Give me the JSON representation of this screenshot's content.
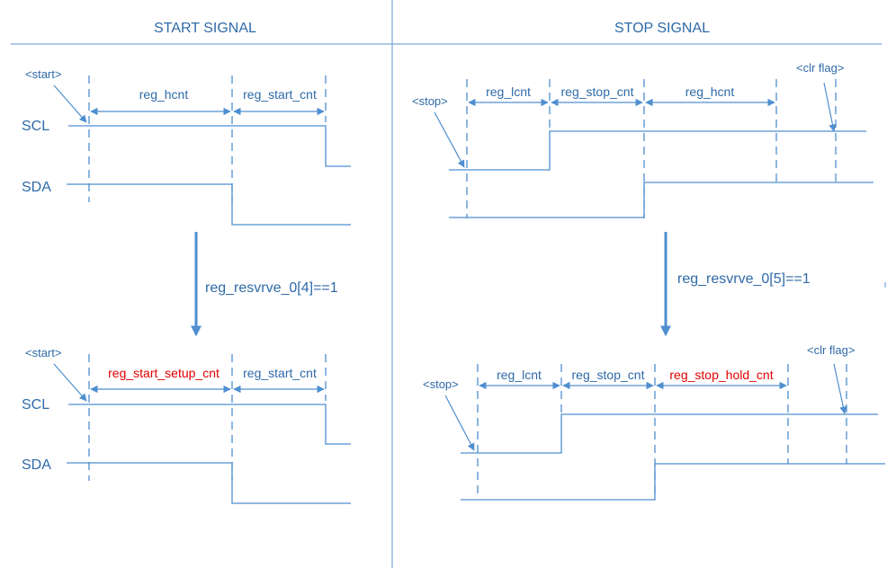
{
  "left": {
    "title": "START SIGNAL",
    "top": {
      "start_tag": "<start>",
      "scl": "SCL",
      "sda": "SDA",
      "seg1": "reg_hcnt",
      "seg2": "reg_start_cnt"
    },
    "condition": "reg_resvrve_0[4]==1",
    "bottom": {
      "start_tag": "<start>",
      "scl": "SCL",
      "sda": "SDA",
      "seg1": "reg_start_setup_cnt",
      "seg2": "reg_start_cnt"
    }
  },
  "right": {
    "title": "STOP SIGNAL",
    "top": {
      "stop_tag": "<stop>",
      "clr_tag": "<clr flag>",
      "seg1": "reg_lcnt",
      "seg2": "reg_stop_cnt",
      "seg3": "reg_hcnt"
    },
    "condition": "reg_resvrve_0[5]==1",
    "bottom": {
      "stop_tag": "<stop>",
      "clr_tag": "<clr flag>",
      "seg1": "reg_lcnt",
      "seg2": "reg_stop_cnt",
      "seg3": "reg_stop_hold_cnt"
    }
  },
  "colors": {
    "line": "#4f8fd0",
    "text": "#2f6aa8",
    "highlight": "#e00000"
  }
}
